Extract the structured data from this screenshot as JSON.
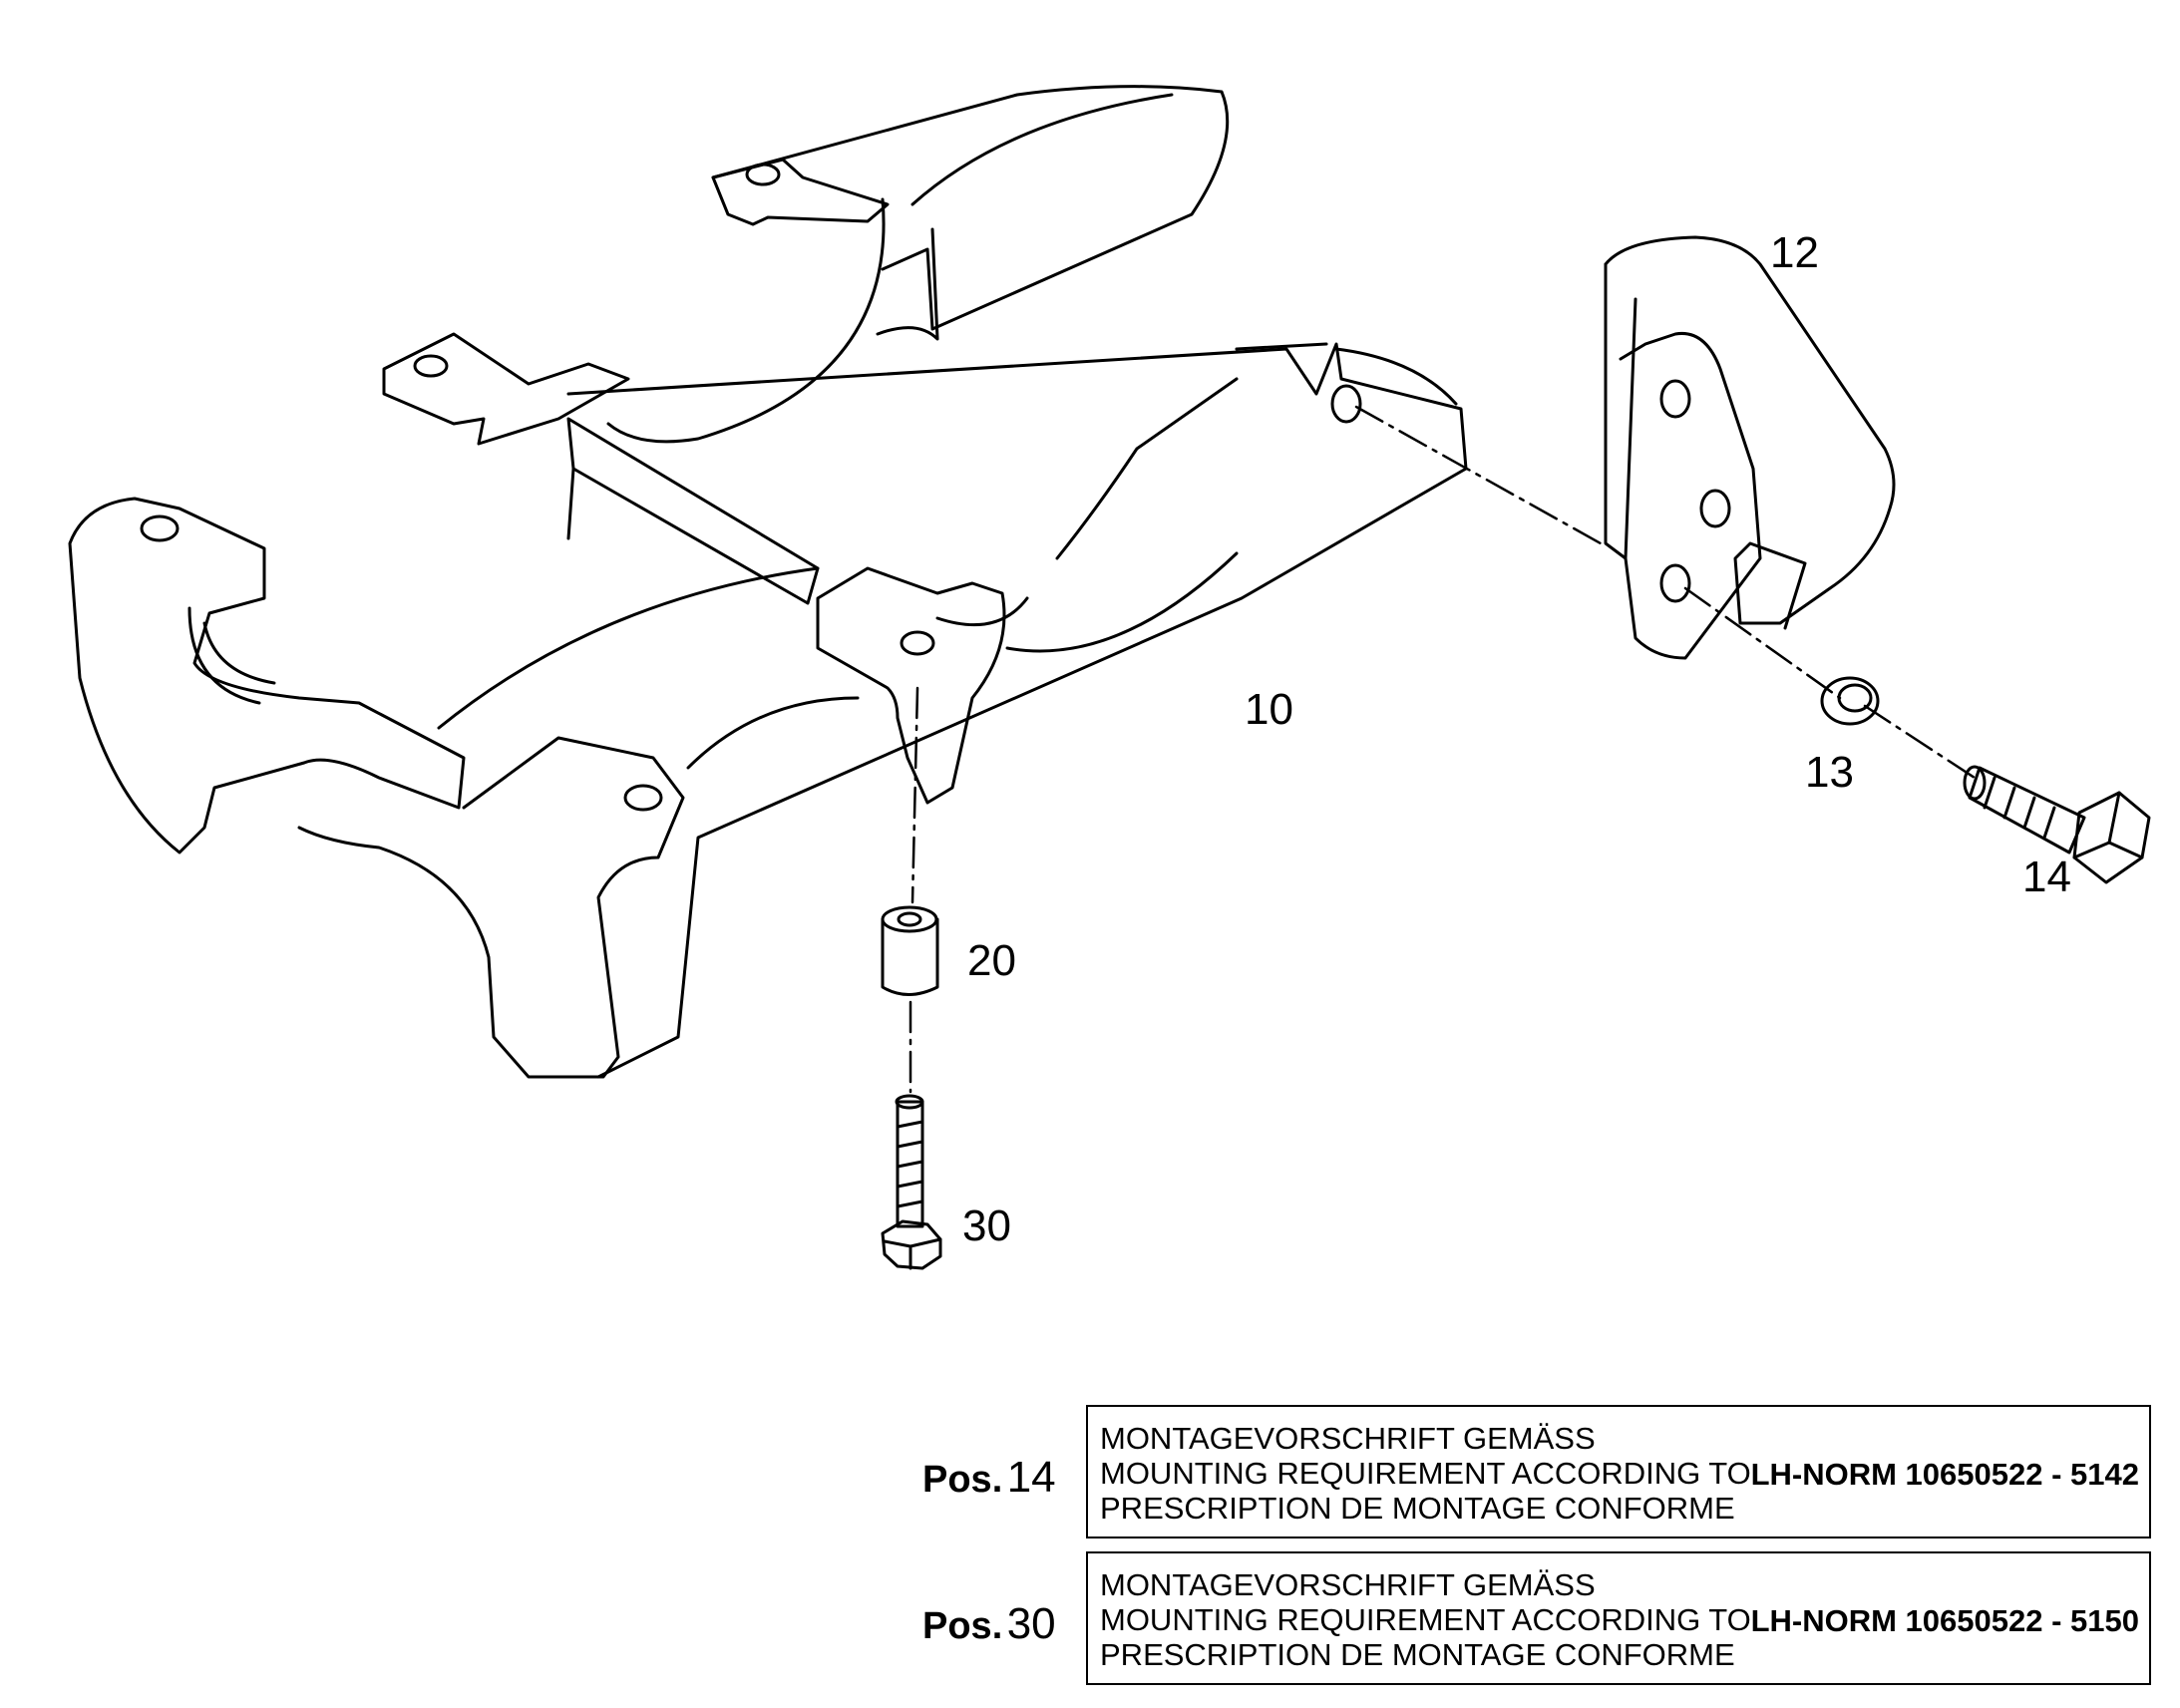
{
  "callouts": {
    "c10": "10",
    "c12": "12",
    "c13": "13",
    "c14": "14",
    "c20": "20",
    "c30": "30"
  },
  "notes": [
    {
      "pos_word": "Pos.",
      "pos_num": "14",
      "lines": [
        "MONTAGEVORSCHRIFT GEMÄSS",
        "MOUNTING REQUIREMENT ACCORDING TO",
        "PRESCRIPTION DE MONTAGE CONFORME"
      ],
      "norm": "LH-NORM 10650522 - 5142"
    },
    {
      "pos_word": "Pos.",
      "pos_num": "30",
      "lines": [
        "MONTAGEVORSCHRIFT GEMÄSS",
        "MOUNTING REQUIREMENT ACCORDING TO",
        "PRESCRIPTION DE MONTAGE CONFORME"
      ],
      "norm": "LH-NORM 10650522 - 5150"
    }
  ]
}
